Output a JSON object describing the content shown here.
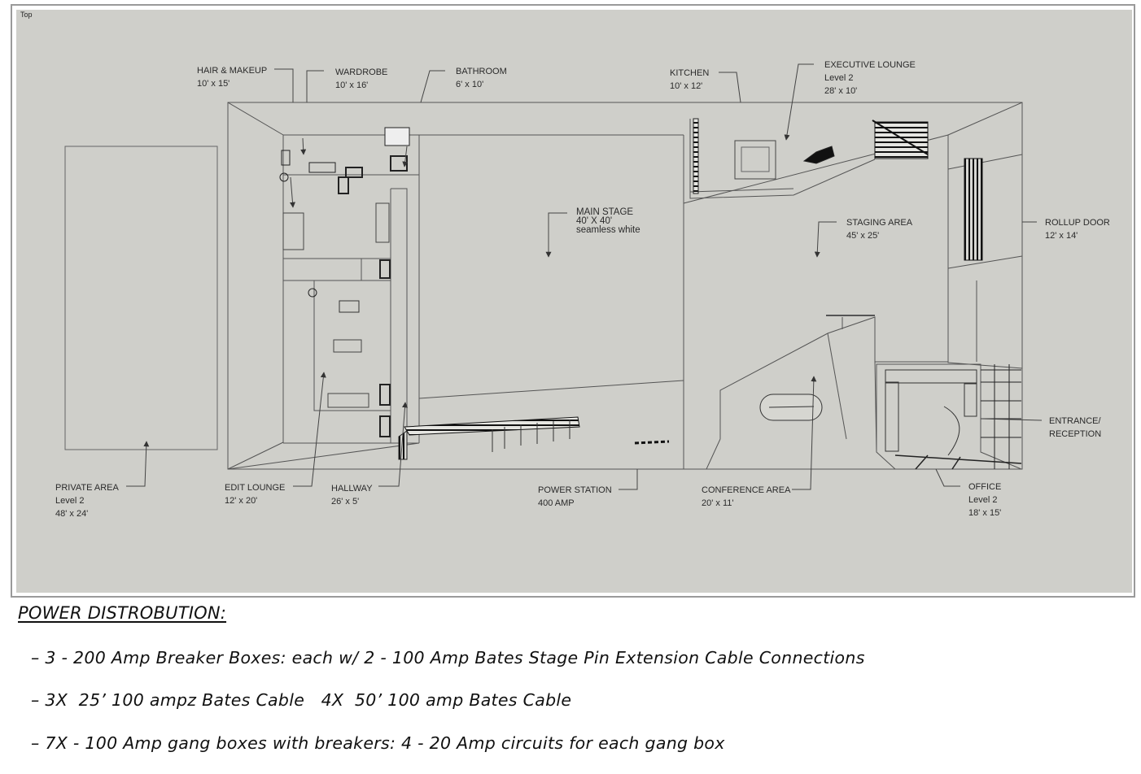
{
  "view_label": "Top",
  "areas": {
    "hair_makeup": {
      "name": "HAIR & MAKEUP",
      "size": "10' x 15'"
    },
    "wardrobe": {
      "name": "WARDROBE",
      "size": "10' x 16'"
    },
    "bathroom": {
      "name": "BATHROOM",
      "size": "6' x 10'"
    },
    "kitchen": {
      "name": "KITCHEN",
      "size": "10' x 12'"
    },
    "executive_lounge": {
      "name": "EXECUTIVE LOUNGE",
      "level": "Level 2",
      "size": "28' x 10'"
    },
    "main_stage": {
      "name": "MAIN STAGE",
      "size": "40' X 40'",
      "note": "seamless white"
    },
    "staging_area": {
      "name": "STAGING AREA",
      "size": "45' x 25'"
    },
    "rollup_door": {
      "name": "ROLLUP DOOR",
      "size": "12' x 14'"
    },
    "entrance": {
      "name": "ENTRANCE/",
      "name2": "RECEPTION"
    },
    "private_area": {
      "name": "PRIVATE AREA",
      "level": "Level 2",
      "size": "48' x 24'"
    },
    "edit_lounge": {
      "name": "EDIT LOUNGE",
      "size": "12' x 20'"
    },
    "hallway": {
      "name": "HALLWAY",
      "size": "26' x 5'"
    },
    "power_station": {
      "name": "POWER STATION",
      "size": "400 AMP"
    },
    "conference_area": {
      "name": "CONFERENCE AREA",
      "size": "20' x 11'"
    },
    "office": {
      "name": "OFFICE",
      "level": "Level 2",
      "size": "18' x 15'"
    }
  },
  "power": {
    "title": "POWER DISTROBUTION: ",
    "items": [
      "– 3 - 200 Amp Breaker Boxes: each w/ 2 - 100 Amp Bates Stage Pin Extension Cable Connections",
      "– 3X  25’ 100 ampz Bates Cable   4X  50’ 100 amp Bates Cable",
      "– 7X - 100 Amp gang boxes with breakers: 4 - 20 Amp circuits for each gang box"
    ]
  }
}
